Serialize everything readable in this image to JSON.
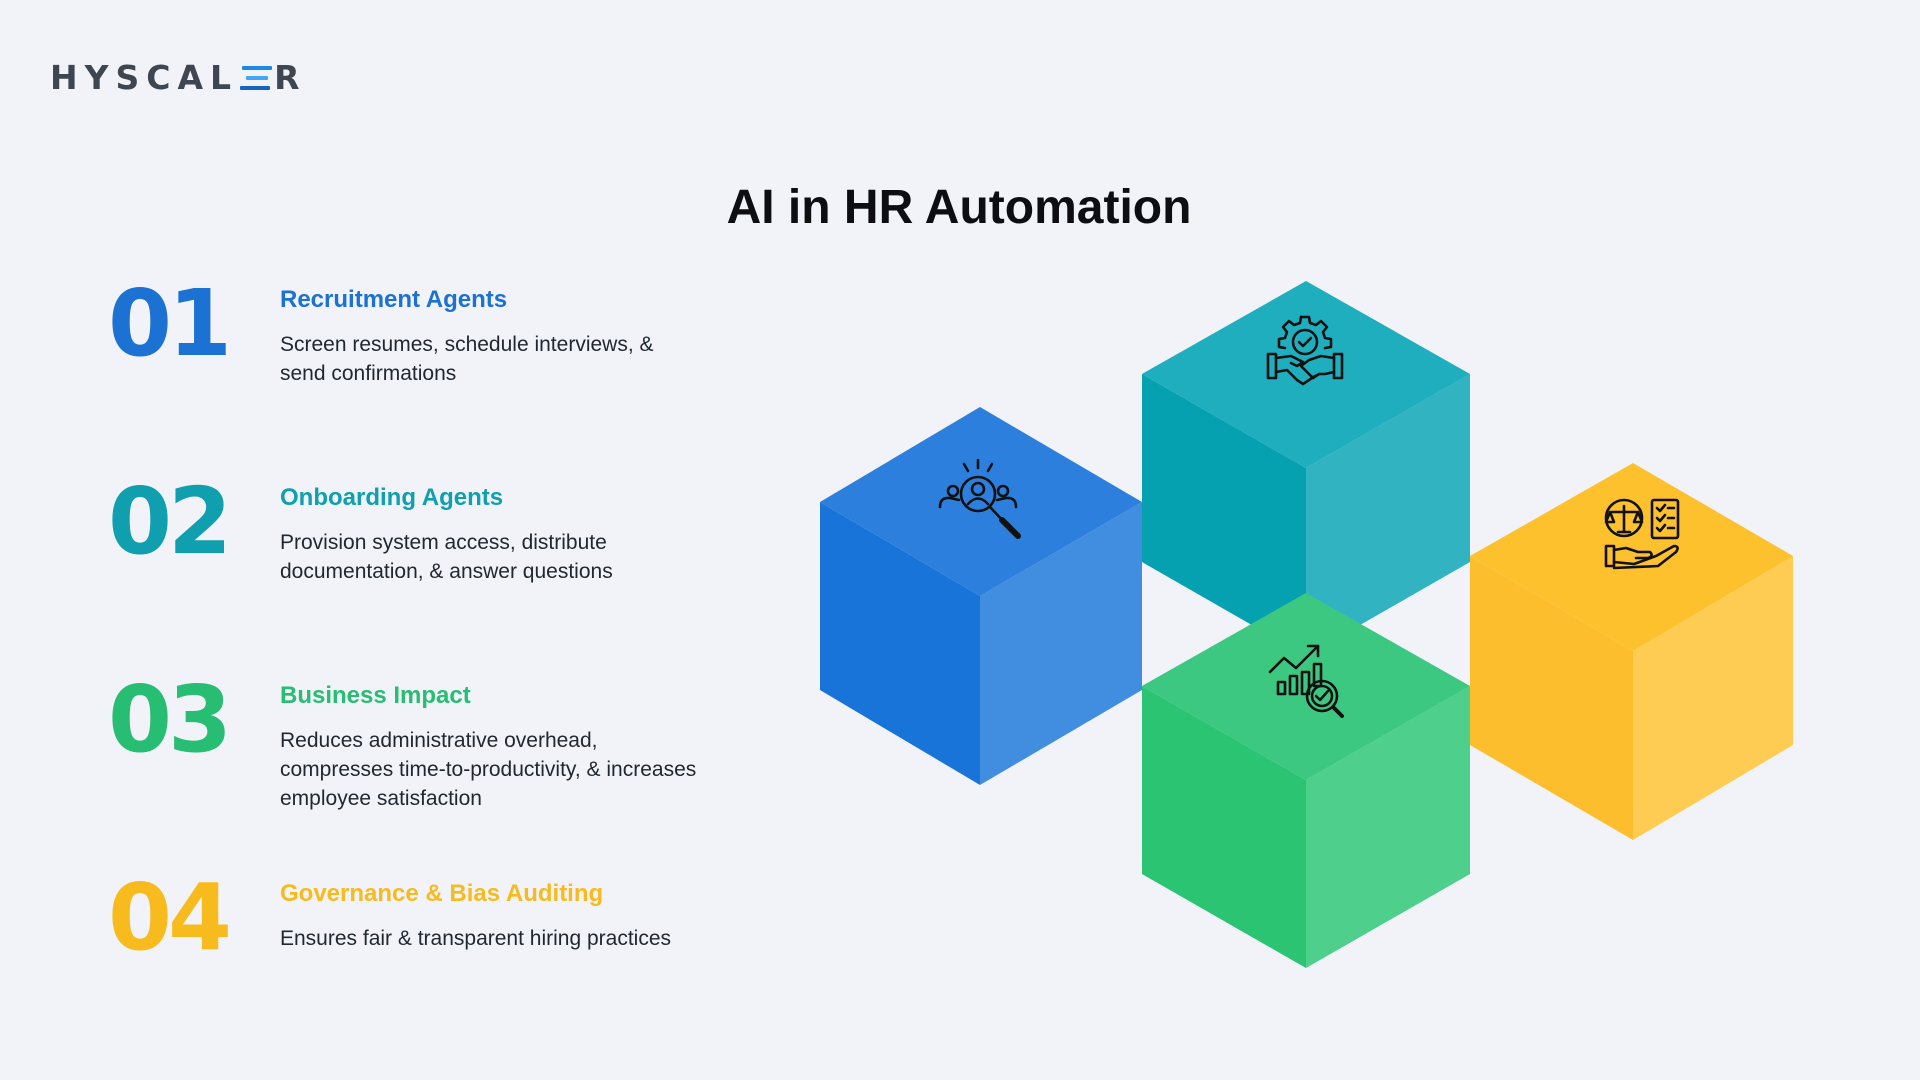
{
  "brand": {
    "logo_left": "HYSCAL",
    "logo_right": "R"
  },
  "title": "AI in HR Automation",
  "items": [
    {
      "number": "01",
      "heading": "Recruitment Agents",
      "description": "Screen resumes, schedule interviews, & send confirmations",
      "color": "#1b72d2"
    },
    {
      "number": "02",
      "heading": "Onboarding Agents",
      "description": "Provision system access, distribute documentation, & answer questions",
      "color": "#0f9fae"
    },
    {
      "number": "03",
      "heading": "Business Impact",
      "description": "Reduces administrative overhead, compresses time-to-productivity, & increases employee satisfaction",
      "color": "#27bd72"
    },
    {
      "number": "04",
      "heading": "Governance & Bias Auditing",
      "description": "Ensures fair & transparent hiring practices",
      "color": "#f7bb1e"
    }
  ],
  "cubes": [
    {
      "name": "blue",
      "top": "#2d7fdd",
      "left": "#1874d8",
      "right": "#418ee0",
      "icon": "recruitment-search-icon"
    },
    {
      "name": "teal",
      "top": "#1eaebd",
      "left": "#05a1b1",
      "right": "#31b3c1",
      "icon": "handshake-gear-icon"
    },
    {
      "name": "green",
      "top": "#3dc882",
      "left": "#2ac473",
      "right": "#4fcf8c",
      "icon": "analytics-magnifier-icon"
    },
    {
      "name": "yellow",
      "top": "#fcc12c",
      "left": "#fdbe2d",
      "right": "#fecc52",
      "icon": "scale-checklist-hand-icon"
    }
  ]
}
